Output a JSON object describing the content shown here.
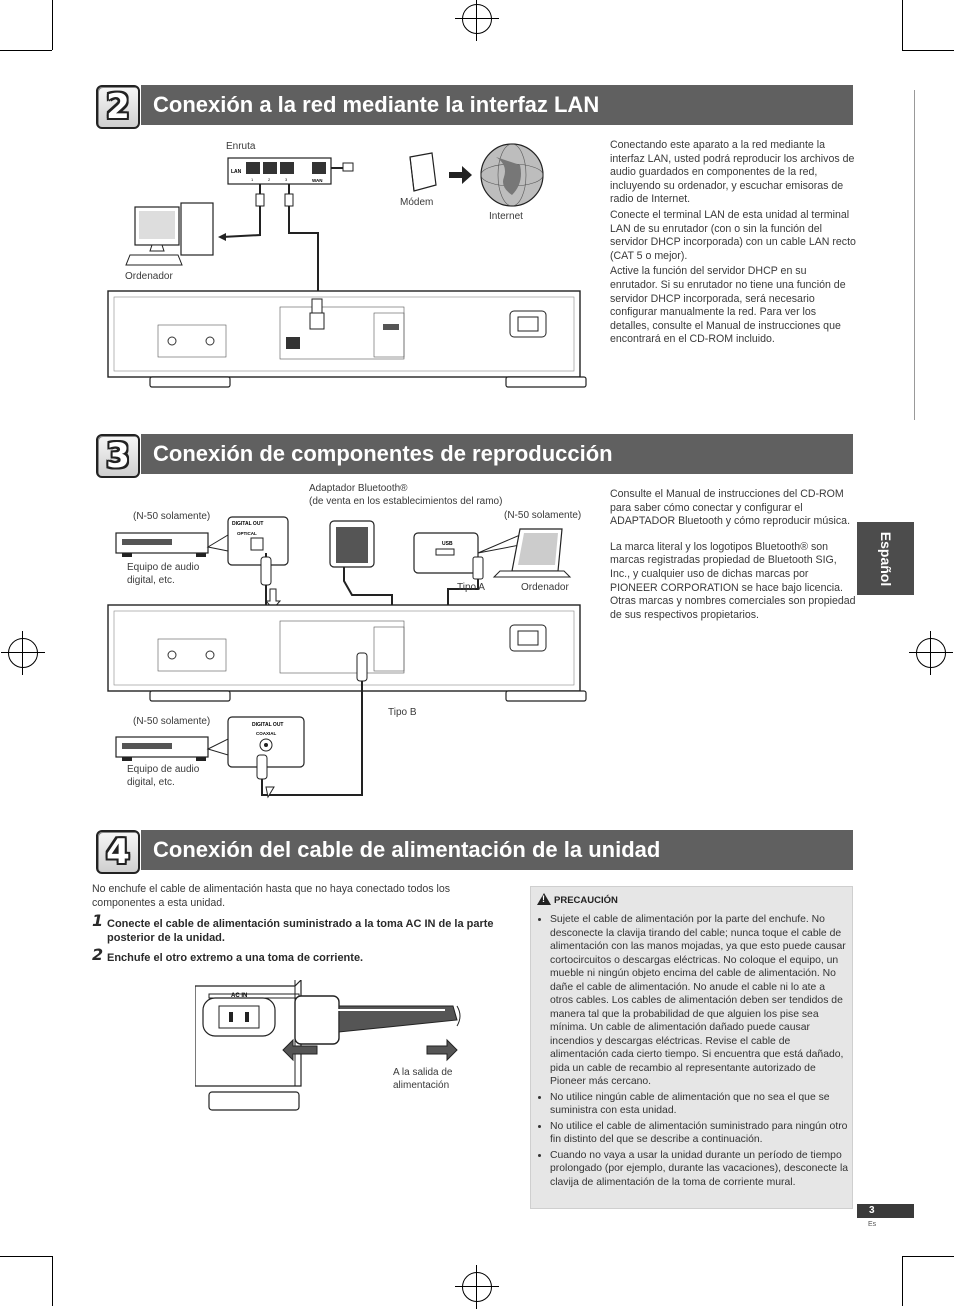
{
  "section2": {
    "number": "2",
    "title": "Conexión a la red mediante la interfaz LAN",
    "paragraphs": [
      "Conectando este aparato a la red mediante la interfaz LAN, usted podrá reproducir los archivos de audio guardados en componentes de la red, incluyendo su ordenador, y escuchar emisoras de radio de Internet.",
      "Conecte el terminal LAN de esta unidad al terminal LAN de su enrutador (con o sin la función del servidor DHCP incorporada) con un cable LAN recto (CAT 5 o mejor).",
      "Active la función del servidor DHCP en su enrutador. Si su enrutador no tiene una función de servidor DHCP incorporada, será necesario configurar manualmente la red. Para ver los detalles, consulte el Manual de instrucciones que encontrará en el CD-ROM incluido."
    ],
    "labels": {
      "router": "Enruta",
      "modem": "Módem",
      "internet": "Internet",
      "computer": "Ordenador",
      "lan": "LAN",
      "wan": "WAN",
      "ports": [
        "1",
        "2",
        "3"
      ]
    }
  },
  "section3": {
    "number": "3",
    "title": "Conexión de componentes de reproducción",
    "paragraphs": [
      "Consulte el Manual de instrucciones del CD-ROM para saber cómo conectar y configurar el ADAPTADOR Bluetooth y cómo reproducir música.",
      "La marca literal y los logotipos Bluetooth® son marcas registradas propiedad de Bluetooth SIG, Inc., y cualquier uso de dichas marcas por PIONEER CORPORATION se hace bajo licencia. Otras marcas y nombres comerciales son propiedad de sus respectivos propietarios."
    ],
    "labels": {
      "adapter_line1": "Adaptador Bluetooth®",
      "adapter_line2": "(de venta en los establecimientos del ramo)",
      "n50_a": "(N-50 solamente)",
      "n50_b": "(N-50 solamente)",
      "n50_c": "(N-50 solamente)",
      "equip_a": "Equipo de audio digital, etc.",
      "equip_b": "Equipo de audio digital, etc.",
      "tipo_a": "Tipo A",
      "tipo_b": "Tipo B",
      "computer": "Ordenador",
      "digital_out": "DIGITAL OUT",
      "optical": "OPTICAL",
      "coaxial": "COAXIAL",
      "usb": "USB"
    }
  },
  "section4": {
    "number": "4",
    "title": "Conexión del cable de alimentación de la unidad",
    "intro": "No enchufe el cable de alimentación hasta que no haya conectado todos los componentes a esta unidad.",
    "steps": [
      {
        "n": "1",
        "text": "Conecte el cable de alimentación suministrado a la toma AC IN de la parte posterior de la unidad."
      },
      {
        "n": "2",
        "text": "Enchufe el otro extremo a una toma de corriente."
      }
    ],
    "labels": {
      "ac_in": "AC IN",
      "outlet": "A la salida de alimentación"
    }
  },
  "caution": {
    "title": "PRECAUCIÓN",
    "items": [
      "Sujete el cable de alimentación por la parte del enchufe. No desconecte la clavija tirando del cable; nunca toque el cable de alimentación con las manos mojadas, ya que esto puede causar cortocircuitos o descargas eléctricas. No coloque el equipo, un mueble ni ningún objeto encima del cable de alimentación. No dañe el cable de alimentación. No anude el cable ni lo ate a otros cables. Los cables de alimentación deben ser tendidos de manera tal que la probabilidad de que alguien los pise sea mínima. Un cable de alimentación dañado puede causar incendios y descargas eléctricas. Revise el cable de alimentación cada cierto tiempo. Si encuentra que está dañado, pida un cable de recambio al representante autorizado de Pioneer más cercano.",
      "No utilice ningún cable de alimentación que no sea el que se suministra con esta unidad.",
      "No utilice el cable de alimentación suministrado para ningún otro fin distinto del que se describe a continuación.",
      "Cuando no vaya a usar la unidad durante un período de tiempo prolongado (por ejemplo, durante las vacaciones), desconecte la clavija de alimentación de la toma de corriente mural."
    ]
  },
  "side_tab": "Español",
  "page": {
    "number": "3",
    "lang": "Es"
  }
}
